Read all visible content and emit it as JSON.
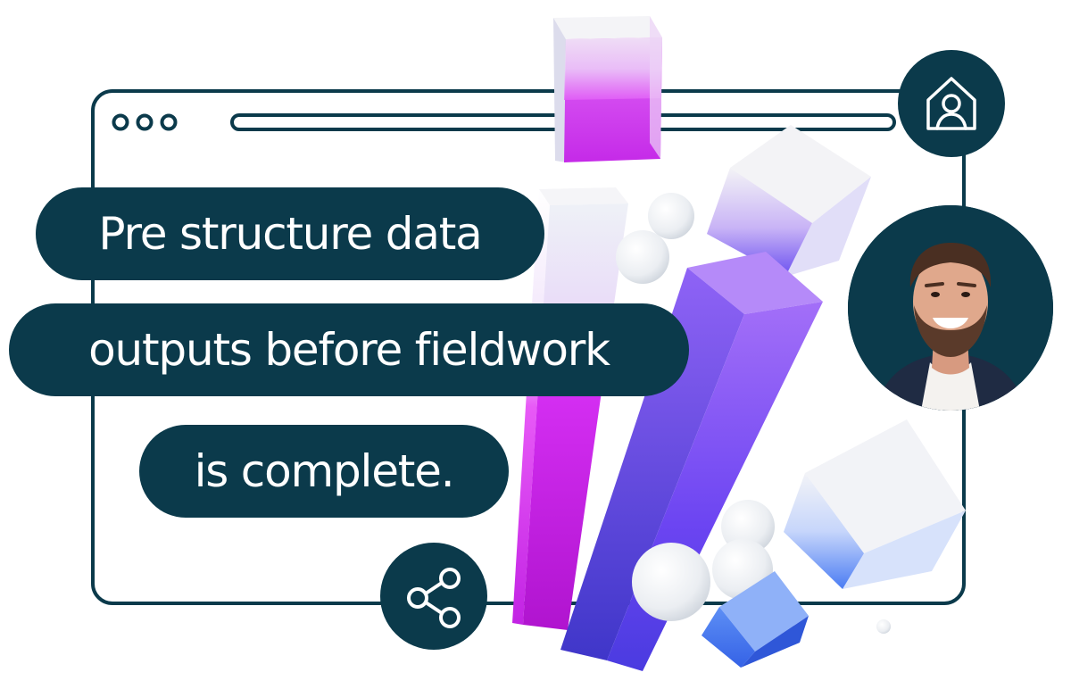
{
  "headline": {
    "line1": "Pre structure data",
    "line2": "outputs before fieldwork",
    "line3": "is complete."
  },
  "icons": {
    "window_controls": "three-dots-icon",
    "home_profile": "home-user-icon",
    "share": "share-icon"
  },
  "avatar": {
    "alt": "smiling person"
  },
  "colors": {
    "navy": "#0b3a4b",
    "magenta": "#d21ff2",
    "violet": "#7b3cf5",
    "blue": "#3b6ff0",
    "white": "#ffffff"
  }
}
